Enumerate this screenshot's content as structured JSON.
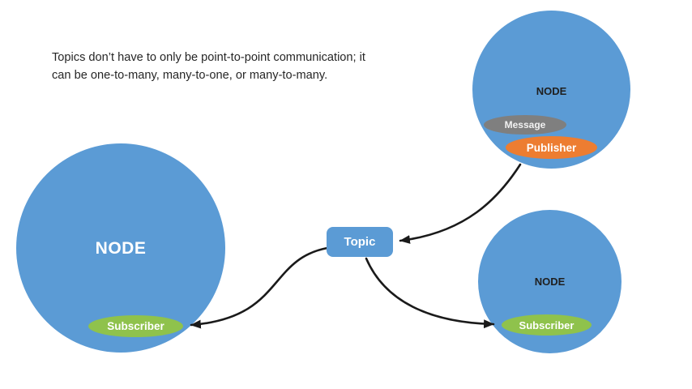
{
  "description": {
    "line1": "Topics don’t have to only be point-to-point communication; it",
    "line2": "can be one-to-many, many-to-one, or many-to-many."
  },
  "topic": {
    "label": "Topic"
  },
  "nodes": {
    "left": {
      "label": "NODE",
      "subscriber": "Subscriber"
    },
    "top_right": {
      "label": "NODE",
      "message": "Message",
      "publisher": "Publisher"
    },
    "bottom_right": {
      "label": "NODE",
      "subscriber": "Subscriber"
    }
  },
  "colors": {
    "node-blue": "#5B9BD5",
    "topic-blue": "#5B9BD5",
    "subscriber-green": "#8FC24C",
    "publisher-orange": "#ED7D31",
    "message-gray": "#7F7F7F",
    "arrow-black": "#1a1a1a"
  }
}
